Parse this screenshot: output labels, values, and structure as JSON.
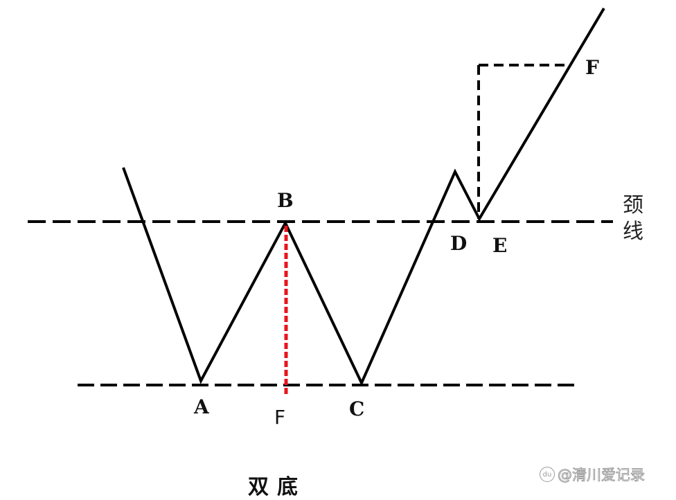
{
  "diagram": {
    "title": "双底",
    "neckline_label": "颈线",
    "points": {
      "A": "A",
      "B": "B",
      "C": "C",
      "D": "D",
      "E": "E",
      "F_top": "F",
      "F_bottom": "F"
    },
    "colors": {
      "line": "#000000",
      "projection": "#e8141c",
      "watermark": "#9a9a9a"
    }
  },
  "watermark": {
    "icon": "baidu-paw-icon",
    "icon_text": "du",
    "text": "@清川爱记录"
  }
}
